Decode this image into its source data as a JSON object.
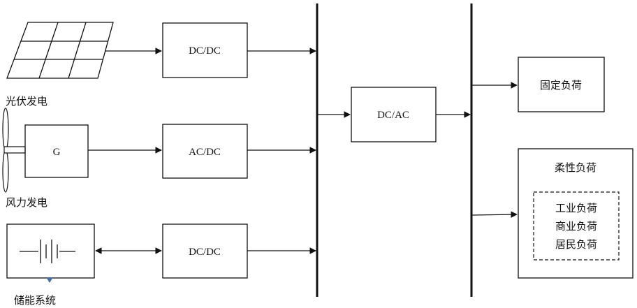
{
  "sources": {
    "pv_label": "光伏发电",
    "wind_label": "风力发电",
    "storage_label": "储能系统",
    "generator_label": "G"
  },
  "converters": {
    "pv": "DC/DC",
    "wind": "AC/DC",
    "storage": "DC/DC",
    "inverter": "DC/AC"
  },
  "loads": {
    "fixed": "固定负荷",
    "flexible": "柔性负荷",
    "industrial": "工业负荷",
    "commercial": "商业负荷",
    "residential": "居民负荷"
  },
  "colors": {
    "line": "#111111",
    "storage_marker": "#4a6fa5"
  }
}
